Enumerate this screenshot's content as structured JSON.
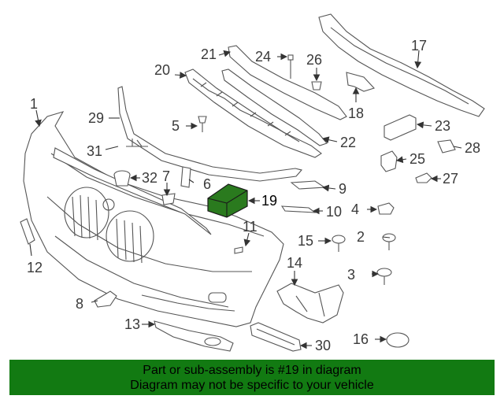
{
  "diagram": {
    "highlight_color": "#2a7a1e",
    "banner_color": "#127a12",
    "callouts": [
      "1",
      "2",
      "3",
      "4",
      "5",
      "6",
      "7",
      "8",
      "9",
      "10",
      "11",
      "12",
      "13",
      "14",
      "15",
      "16",
      "17",
      "18",
      "19",
      "20",
      "21",
      "22",
      "23",
      "24",
      "25",
      "26",
      "27",
      "28",
      "29",
      "30",
      "31",
      "32"
    ]
  },
  "footer": {
    "line1": "Part or sub-assembly is #19 in diagram",
    "line2": "Diagram may not be specific to your vehicle"
  }
}
